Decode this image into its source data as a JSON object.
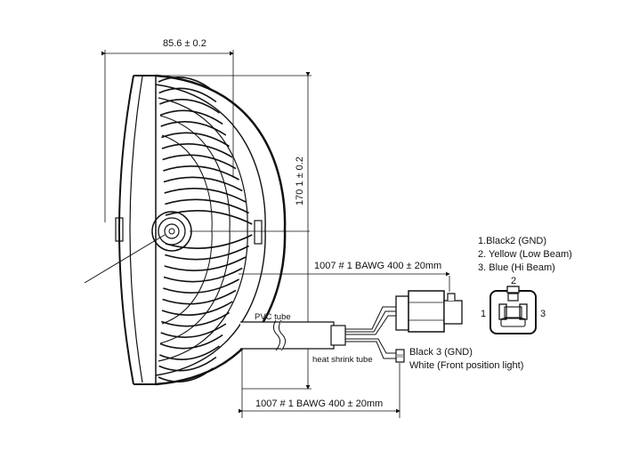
{
  "dimensions": {
    "width_label": "85.6 ± 0.2",
    "height_label": "170 1 ± 0.2",
    "upper_wire_label": "1007 # 1 BAWG 400 ± 20mm",
    "lower_wire_label": "1007 # 1 BAWG 400 ± 20mm"
  },
  "callouts": {
    "pvc_tube": "PVC tube",
    "heat_shrink_tube": "heat shrink tube"
  },
  "pinout": {
    "items": [
      "1.Black2 (GND)",
      "2. Yellow (Low Beam)",
      "3. Blue (Hi Beam)"
    ],
    "pin_numbers": [
      "1",
      "2",
      "3"
    ]
  },
  "small_connector": {
    "items": [
      "Black 3 (GND)",
      "White (Front position light)"
    ]
  },
  "colors": {
    "line": "#111111",
    "background": "#ffffff"
  }
}
